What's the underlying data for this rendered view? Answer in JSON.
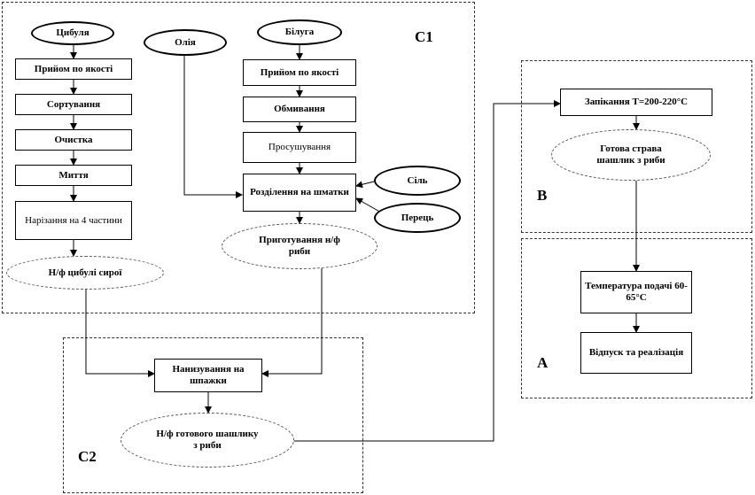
{
  "zones": {
    "c1": "С1",
    "b": "B",
    "a": "А",
    "c2": "С2"
  },
  "inputs": {
    "onion": "Цибуля",
    "oil": "Олія",
    "fish": "Білуга",
    "salt": "Сіль",
    "pepper": "Перець"
  },
  "onion_steps": [
    "Прийом по якості",
    "Сортування",
    "Очистка",
    "Миття",
    "Нарізання на 4 частини"
  ],
  "fish_steps": [
    "Прийом по якості",
    "Обмивання",
    "Просушування"
  ],
  "split": "Розділення на шматки",
  "onion_semi": "Н/ф цибулі сирої",
  "fish_semi": "Приготування н/ф риби",
  "stringing": "Нанизування на шпажки",
  "kebab_semi": "Н/ф готового шашлику з риби",
  "baking": "Запікання T=200-220°C",
  "ready_dish": "Готова страва шашлик з риби",
  "serving_temp": "Температура подачі 60-65°С",
  "release": "Відпуск та реалізація"
}
